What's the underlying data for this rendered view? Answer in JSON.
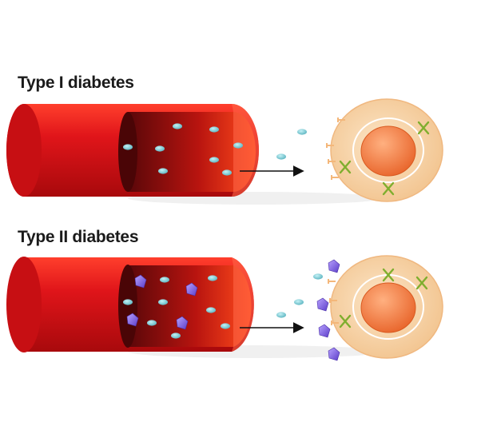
{
  "panels": [
    {
      "id": "type1",
      "title": "Type I diabetes"
    },
    {
      "id": "type2",
      "title": "Type II diabetes"
    }
  ],
  "colors": {
    "vessel_outer": "#d81216",
    "vessel_lumen_dark": "#6e0a0c",
    "vessel_lumen_light": "#ff3a1a",
    "insulin": "#6fc3cf",
    "blocker": "#7b5cd6",
    "cell_body": "#f8d8b0",
    "nucleus": "#f57e3e",
    "receptor": "#8cbc3a",
    "arrow": "#111111"
  },
  "icons": [
    "insulin-molecule",
    "blocking-molecule",
    "receptor",
    "arrow"
  ]
}
